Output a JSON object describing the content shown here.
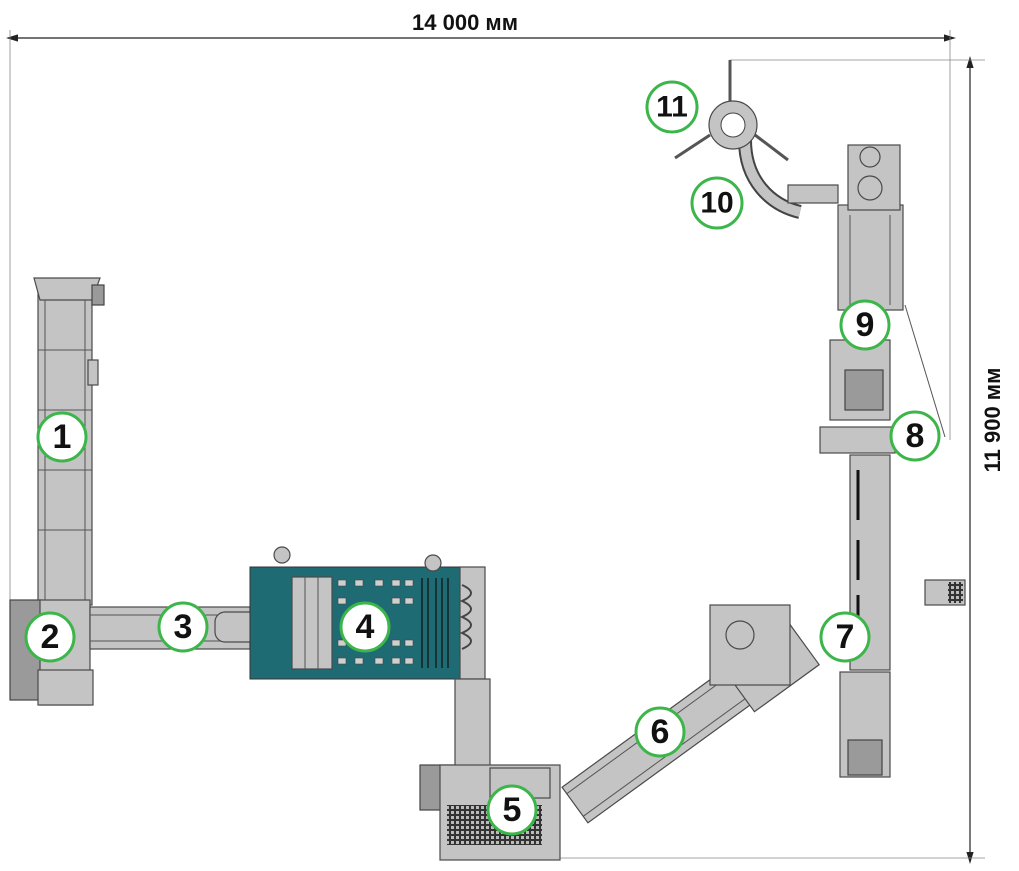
{
  "dimensions": {
    "width_label": "14 000 мм",
    "height_label": "11 900 мм"
  },
  "colors": {
    "badge_ring": "#3cb54a",
    "teal": "#1f6b73",
    "equipment": "#c4c4c4"
  },
  "badges": [
    "1",
    "2",
    "3",
    "4",
    "5",
    "6",
    "7",
    "8",
    "9",
    "10",
    "11"
  ]
}
